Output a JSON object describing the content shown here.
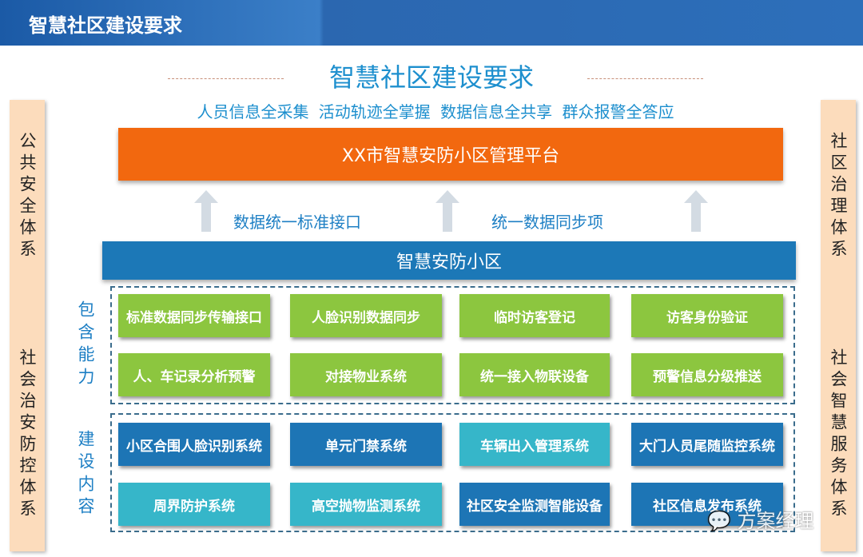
{
  "header": {
    "title": "智慧社区建设要求"
  },
  "main_title": "智慧社区建设要求",
  "subtitle": "人员信息全采集 活动轨迹全掌握 数据信息全共享 群众报警全答应",
  "platform": "XX市智慧安防小区管理平台",
  "interface_labels": [
    "数据统一标准接口",
    "统一数据同步项"
  ],
  "community": "智慧安防小区",
  "left_panel": {
    "top": "公共安全体系",
    "bottom": "社会治安防控体系"
  },
  "right_panel": {
    "top": "社区治理体系",
    "bottom": "社会智慧服务体系"
  },
  "capabilities": {
    "label": "包含能力",
    "items": [
      "标准数据同步传输接口",
      "人脸识别数据同步",
      "临时访客登记",
      "访客身份验证",
      "人、车记录分析预警",
      "对接物业系统",
      "统一接入物联设备",
      "预警信息分级推送"
    ]
  },
  "contents": {
    "label": "建设内容",
    "items": [
      "小区合围人脸识别系统",
      "单元门禁系统",
      "车辆出入管理系统",
      "大门人员尾随监控系统",
      "周界防护系统",
      "高空抛物监测系统",
      "社区安全监测智能设备",
      "社区信息发布系统"
    ]
  },
  "watermark": "方案经理"
}
